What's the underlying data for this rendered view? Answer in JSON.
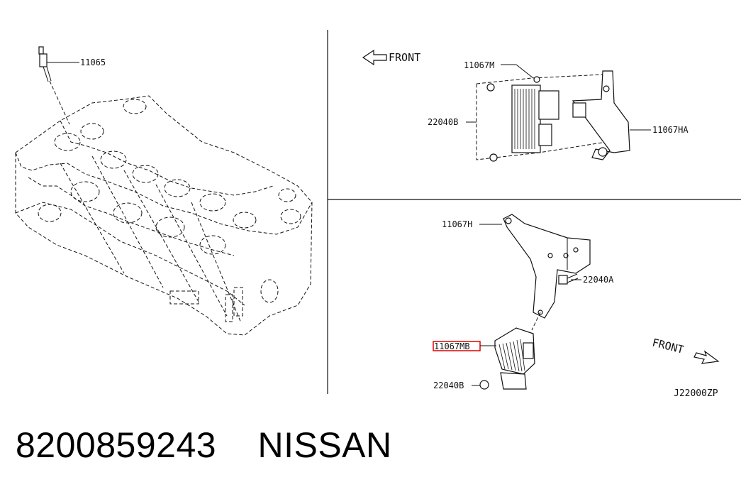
{
  "parts": {
    "plug": "11065",
    "module_top": "11067M",
    "screw_top": "22040B",
    "bracket_top": "11067HA",
    "bracket_bottom": "11067H",
    "bolt_bottom": "22040A",
    "module_bottom": "11067MB",
    "screw_bottom": "22040B"
  },
  "front_top": "FRONT",
  "front_bottom": "FRONT",
  "diagram_code": "J22000ZP",
  "footer": {
    "part_number": "8200859243",
    "brand": "NISSAN"
  },
  "highlight_color": "#e00000"
}
